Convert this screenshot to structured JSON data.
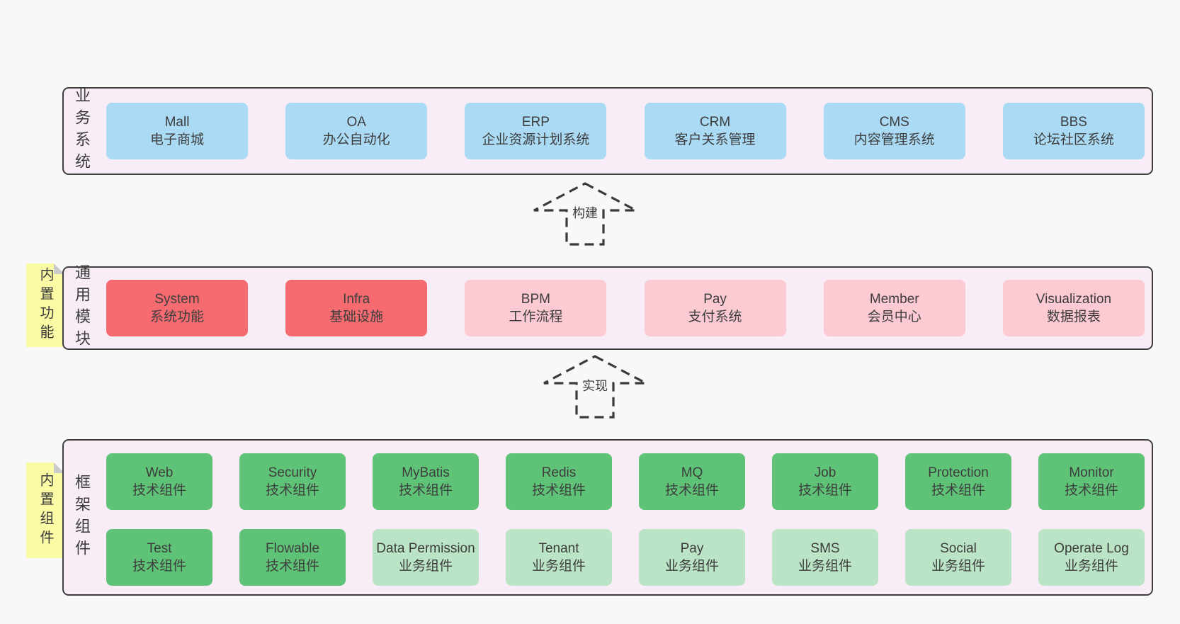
{
  "colors": {
    "page_bg": "#f8f8f8",
    "panel_bg": "#f8edf6",
    "panel_border": "#3f3f3f",
    "text": "#3d3d3d",
    "arrow_stroke": "#3a3a3a",
    "blue": "#aadaf4",
    "red": "#f56b6f",
    "pink": "#fccad3",
    "green": "#5fc377",
    "green_light": "#bae4c5",
    "note_bg": "#fbfba6",
    "note_fold": "#c9c9c9"
  },
  "arrows": [
    {
      "label": "构建"
    },
    {
      "label": "实现"
    }
  ],
  "panels": [
    {
      "label": "业务系统",
      "boxes": [
        {
          "name": "Mall",
          "desc": "电子商城",
          "variant": "blue"
        },
        {
          "name": "OA",
          "desc": "办公自动化",
          "variant": "blue"
        },
        {
          "name": "ERP",
          "desc": "企业资源计划系统",
          "variant": "blue"
        },
        {
          "name": "CRM",
          "desc": "客户关系管理",
          "variant": "blue"
        },
        {
          "name": "CMS",
          "desc": "内容管理系统",
          "variant": "blue"
        },
        {
          "name": "BBS",
          "desc": "论坛社区系统",
          "variant": "blue"
        }
      ]
    },
    {
      "label": "通用模块",
      "note": "内置功能",
      "boxes": [
        {
          "name": "System",
          "desc": "系统功能",
          "variant": "red"
        },
        {
          "name": "Infra",
          "desc": "基础设施",
          "variant": "red"
        },
        {
          "name": "BPM",
          "desc": "工作流程",
          "variant": "pink"
        },
        {
          "name": "Pay",
          "desc": "支付系统",
          "variant": "pink"
        },
        {
          "name": "Member",
          "desc": "会员中心",
          "variant": "pink"
        },
        {
          "name": "Visualization",
          "desc": "数据报表",
          "variant": "pink"
        }
      ]
    },
    {
      "label": "框架组件",
      "note": "内置组件",
      "rows": [
        [
          {
            "name": "Web",
            "desc": "技术组件",
            "variant": "green"
          },
          {
            "name": "Security",
            "desc": "技术组件",
            "variant": "green"
          },
          {
            "name": "MyBatis",
            "desc": "技术组件",
            "variant": "green"
          },
          {
            "name": "Redis",
            "desc": "技术组件",
            "variant": "green"
          },
          {
            "name": "MQ",
            "desc": "技术组件",
            "variant": "green"
          },
          {
            "name": "Job",
            "desc": "技术组件",
            "variant": "green"
          },
          {
            "name": "Protection",
            "desc": "技术组件",
            "variant": "green"
          },
          {
            "name": "Monitor",
            "desc": "技术组件",
            "variant": "green"
          }
        ],
        [
          {
            "name": "Test",
            "desc": "技术组件",
            "variant": "green"
          },
          {
            "name": "Flowable",
            "desc": "技术组件",
            "variant": "green"
          },
          {
            "name": "Data Permission",
            "desc": "业务组件",
            "variant": "green-light"
          },
          {
            "name": "Tenant",
            "desc": "业务组件",
            "variant": "green-light"
          },
          {
            "name": "Pay",
            "desc": "业务组件",
            "variant": "green-light"
          },
          {
            "name": "SMS",
            "desc": "业务组件",
            "variant": "green-light"
          },
          {
            "name": "Social",
            "desc": "业务组件",
            "variant": "green-light"
          },
          {
            "name": "Operate Log",
            "desc": "业务组件",
            "variant": "green-light"
          }
        ]
      ]
    }
  ]
}
